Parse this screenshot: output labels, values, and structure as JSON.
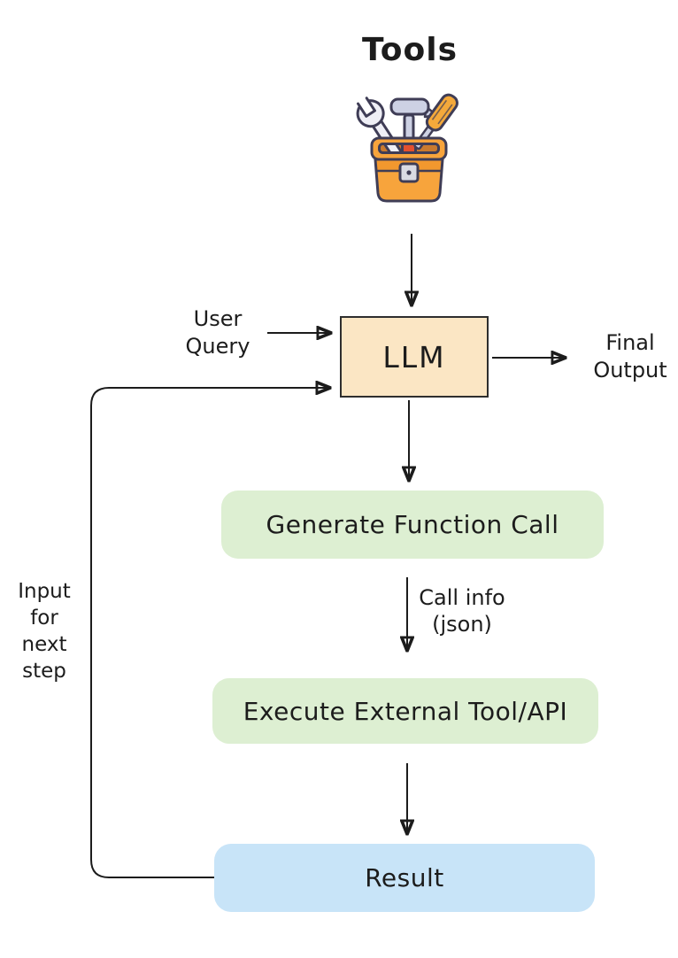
{
  "title": "Tools",
  "icons": {
    "toolbox": "toolbox-icon"
  },
  "nodes": [
    {
      "id": "llm",
      "label": "LLM",
      "fill": "#FBE6C4"
    },
    {
      "id": "generate_function_call",
      "label": "Generate Function Call",
      "fill": "#DDEFD2"
    },
    {
      "id": "execute_external_tool_api",
      "label": "Execute External Tool/API",
      "fill": "#DDEFD2"
    },
    {
      "id": "result",
      "label": "Result",
      "fill": "#C8E4F8"
    }
  ],
  "labels": {
    "user_query": [
      "User",
      "Query"
    ],
    "final_output": [
      "Final",
      "Output"
    ],
    "call_info": [
      "Call info",
      "(json)"
    ],
    "loop_note": [
      "Input",
      "for",
      "next",
      "step"
    ]
  },
  "colors": {
    "llm_fill": "#FBE6C4",
    "process_fill": "#DDEFD2",
    "result_fill": "#C8E4F8",
    "arrow": "#1c1c1c",
    "llm_border": "#2e2e2e",
    "toolbox_orange": "#F7A43C",
    "toolbox_outline": "#3F3D56"
  }
}
